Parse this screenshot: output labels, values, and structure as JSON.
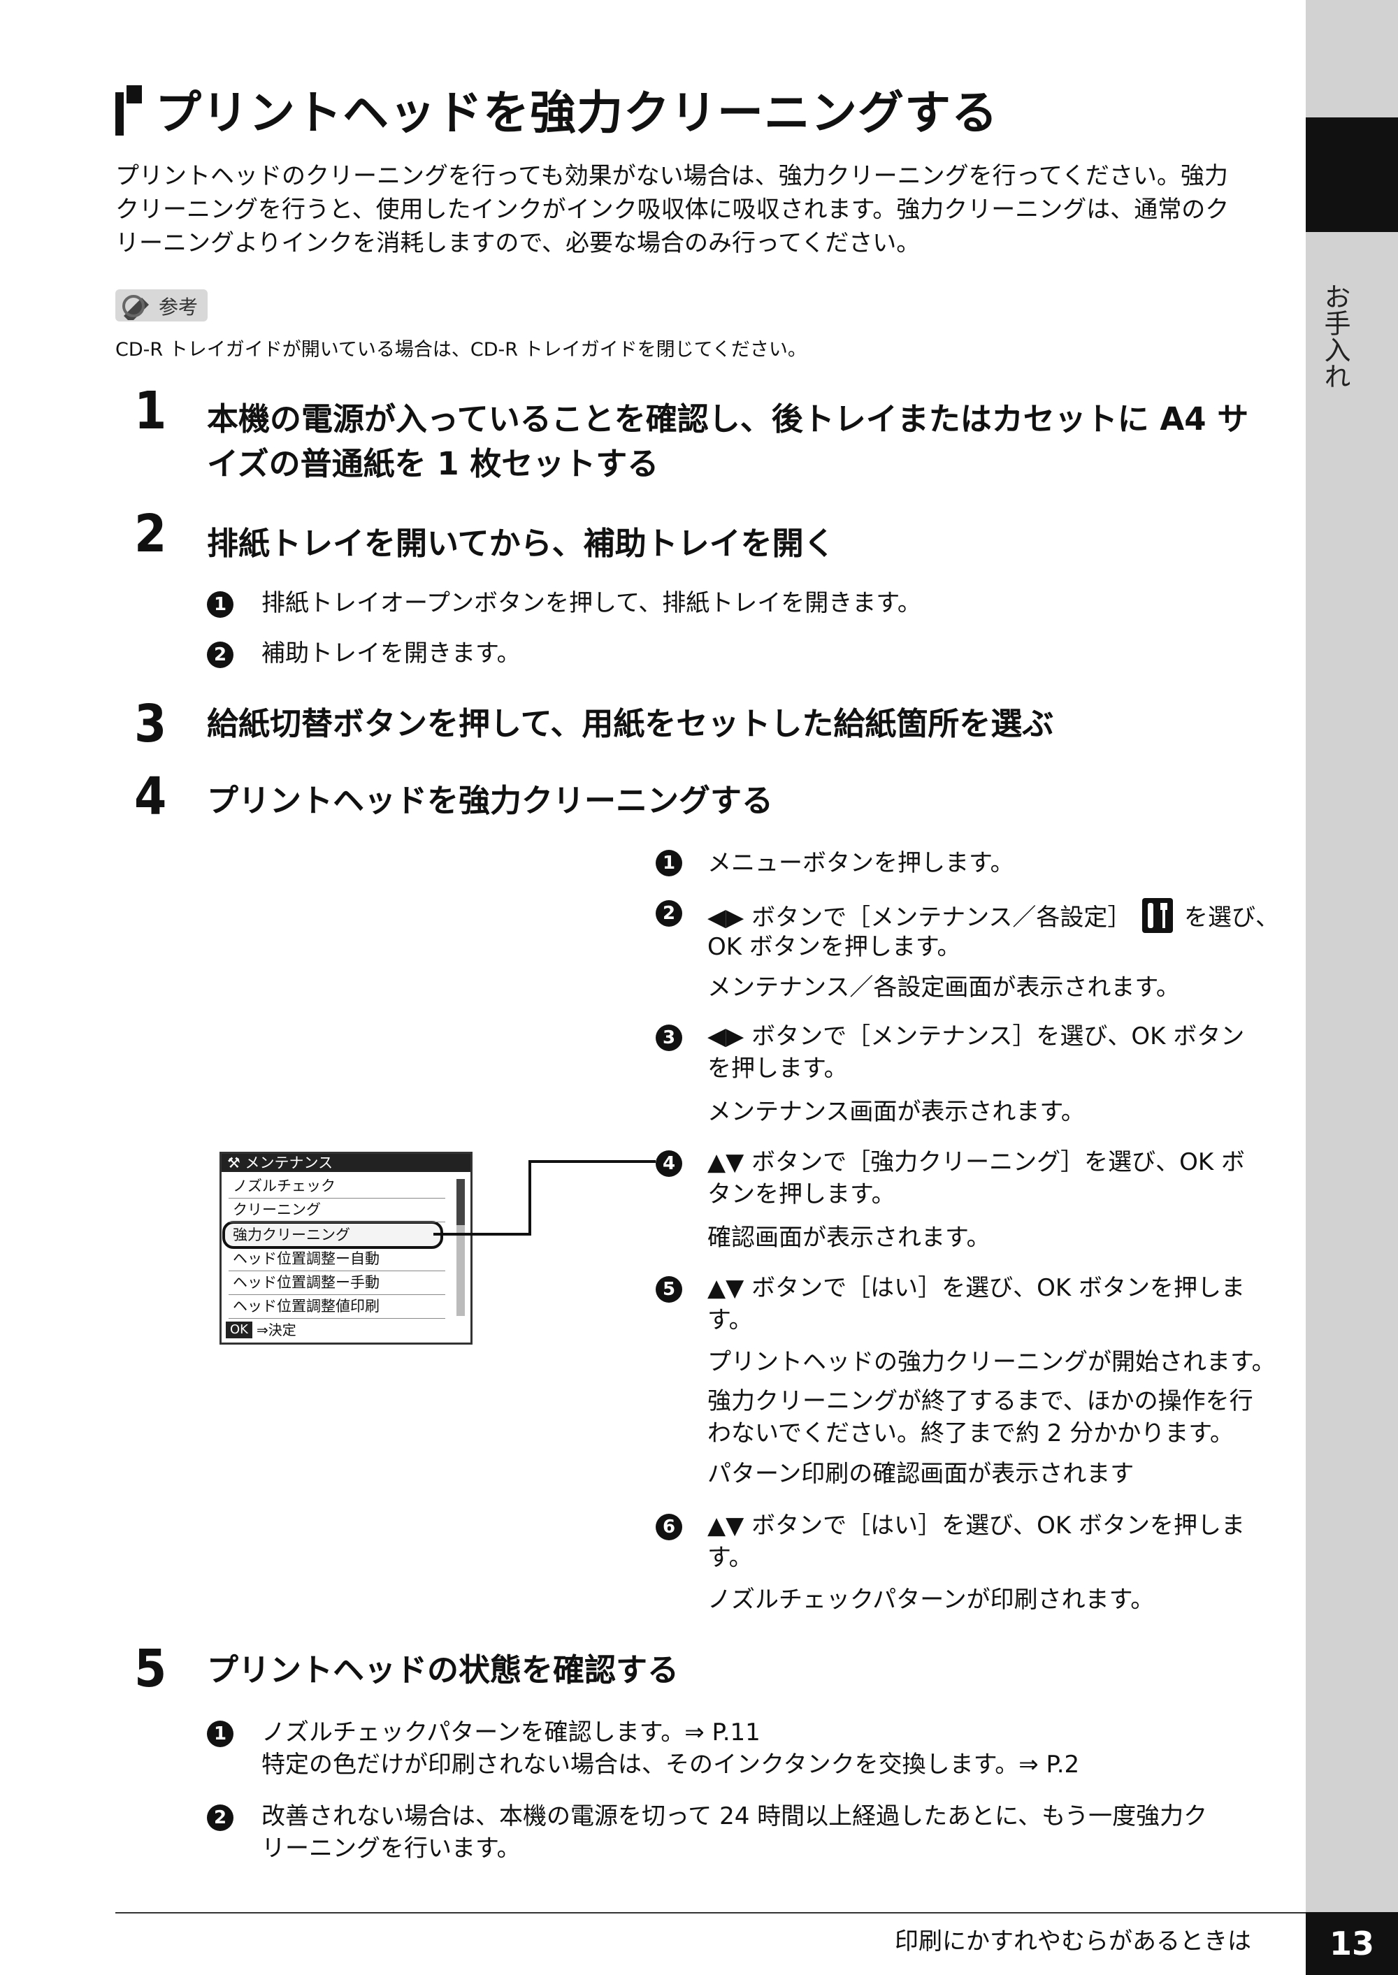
{
  "side_tab": {
    "label": "お手入れ"
  },
  "title": "プリントヘッドを強力クリーニングする",
  "intro": "プリントヘッドのクリーニングを行っても効果がない場合は、強力クリーニングを行ってください。強力\nクリーニングを行うと、使用したインクがインク吸収体に吸収されます。強力クリーニングは、通常のク\nリーニングよりインクを消耗しますので、必要な場合のみ行ってください。",
  "reference": {
    "badge": "参考",
    "note": "CD-R トレイガイドが開いている場合は、CD-R トレイガイドを閉じてください。"
  },
  "steps": [
    {
      "number": "1",
      "title": "本機の電源が入っていることを確認し、後トレイまたはカセットに A4 サ\nイズの普通紙を 1 枚セットする"
    },
    {
      "number": "2",
      "title": "排紙トレイを開いてから、補助トレイを開く",
      "subs": [
        {
          "mark": "1",
          "text": "排紙トレイオープンボタンを押して、排紙トレイを開きます。"
        },
        {
          "mark": "2",
          "text": "補助トレイを開きます。"
        }
      ]
    },
    {
      "number": "3",
      "title": "給紙切替ボタンを押して、用紙をセットした給紙箇所を選ぶ"
    },
    {
      "number": "4",
      "title": "プリントヘッドを強力クリーニングする",
      "subs": [
        {
          "mark": "1",
          "text": "メニューボタンを押します。"
        },
        {
          "mark": "2",
          "text": "◀▶ ボタンで［メンテナンス／各設定］",
          "text_b": "を選び、",
          "text_c": "OK ボタンを押します。",
          "note": "メンテナンス／各設定画面が表示されます。"
        },
        {
          "mark": "3",
          "text": "◀▶ ボタンで［メンテナンス］を選び、OK ボタン\nを押します。",
          "note": "メンテナンス画面が表示されます。"
        },
        {
          "mark": "4",
          "text": "▲▼ ボタンで［強力クリーニング］を選び、OK ボ\nタンを押します。",
          "note": "確認画面が表示されます。"
        },
        {
          "mark": "5",
          "text": "▲▼ ボタンで［はい］を選び、OK ボタンを押しま\nす。",
          "note": "プリントヘッドの強力クリーニングが開始されます。",
          "note2": "強力クリーニングが終了するまで、ほかの操作を行\nわないでください。終了まで約 2 分かかります。",
          "note3": "パターン印刷の確認画面が表示されます"
        },
        {
          "mark": "6",
          "text": "▲▼ ボタンで［はい］を選び、OK ボタンを押しま\nす。",
          "note": "ノズルチェックパターンが印刷されます。"
        }
      ]
    },
    {
      "number": "5",
      "title": "プリントヘッドの状態を確認する",
      "subs": [
        {
          "mark": "1",
          "text": "ノズルチェックパターンを確認します。⇒ P.11\n特定の色だけが印刷されない場合は、そのインクタンクを交換します。⇒ P.2"
        },
        {
          "mark": "2",
          "text": "改善されない場合は、本機の電源を切って 24 時間以上経過したあとに、もう一度強力ク\nリーニングを行います。"
        }
      ]
    }
  ],
  "lcd": {
    "header": "メンテナンス",
    "items": [
      "ノズルチェック",
      "クリーニング",
      "強力クリーニング",
      "ヘッド位置調整ー自動",
      "ヘッド位置調整ー手動",
      "ヘッド位置調整値印刷"
    ],
    "selected_index": 2,
    "ok_label": "OK",
    "ok_text": "⇒決定"
  },
  "footer": {
    "text": "印刷にかすれやむらがあるときは",
    "page": "13"
  }
}
